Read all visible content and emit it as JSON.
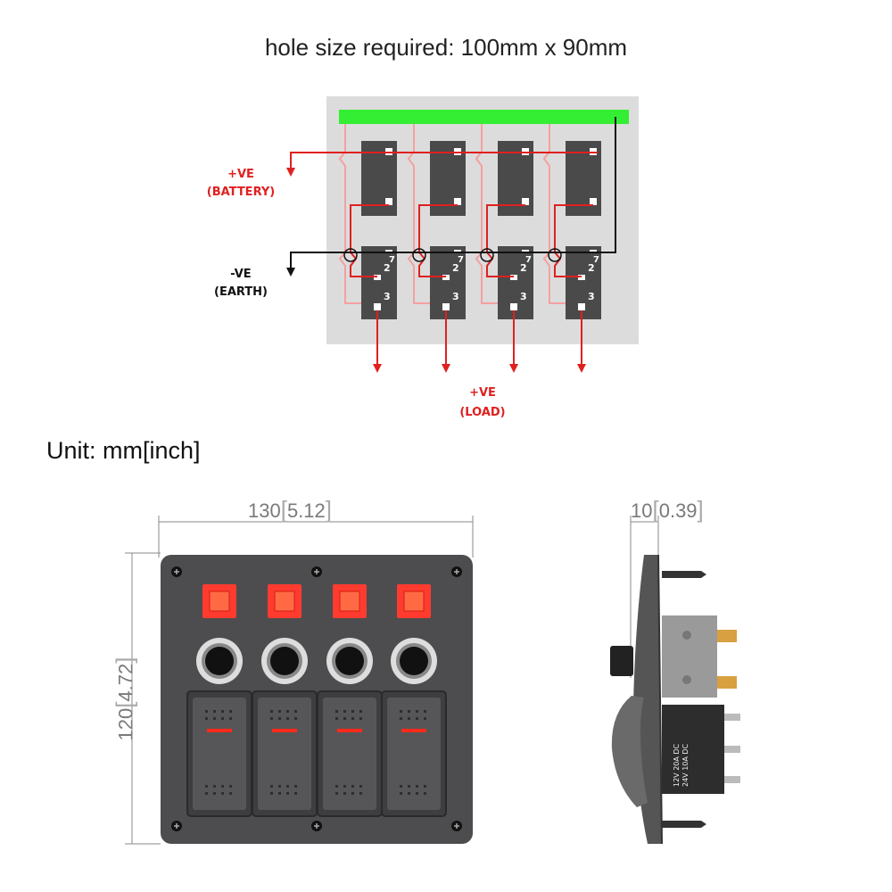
{
  "title": "hole size required: 100mm x 90mm",
  "unit": "Unit: mm[inch]",
  "wiring": {
    "positive_battery": {
      "line1": "+VE",
      "line2": "(BATTERY)"
    },
    "negative_earth": {
      "line1": "-VE",
      "line2": "(EARTH)"
    },
    "positive_load": {
      "line1": "+VE",
      "line2": "(LOAD)"
    },
    "pin_labels": [
      "2",
      "7",
      "3"
    ],
    "switch_count": 4,
    "colors": {
      "positive": "#e02020",
      "negative": "#111111",
      "bus": "#33ee33",
      "panel": "#dcdcdc",
      "switch": "#4a4a4a"
    }
  },
  "dimensions": {
    "width": {
      "mm": "130",
      "inch": "5.12"
    },
    "height": {
      "mm": "120",
      "inch": "4.72"
    },
    "depth": {
      "mm": "10",
      "inch": "0.39"
    }
  },
  "front_panel": {
    "channels": 4,
    "colors": {
      "plate": "#4d4d4f",
      "indicator": "#ff3b30",
      "fuse_ring": "#dddddd",
      "rocker_led": "#ff2a1a"
    }
  },
  "side_view": {
    "label_texts": [
      "12V 20A DC",
      "24V 10A DC"
    ]
  }
}
